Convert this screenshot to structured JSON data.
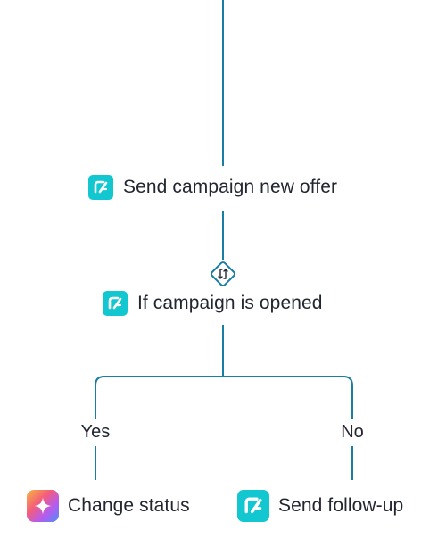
{
  "nodes": {
    "send_campaign": {
      "label": "Send campaign new offer",
      "icon": "campaign-app-icon"
    },
    "condition": {
      "label": "If campaign is opened",
      "icon": "campaign-app-icon",
      "connector_icon": "swap-arrows-icon"
    },
    "change_status": {
      "label": "Change status",
      "icon": "sparkle-icon"
    },
    "send_followup": {
      "label": "Send follow-up",
      "icon": "campaign-app-icon"
    }
  },
  "branches": {
    "yes_label": "Yes",
    "no_label": "No"
  },
  "colors": {
    "connector": "#1a7da3",
    "app_icon": "#12c7cf",
    "text": "#222631",
    "background": "#ffffff"
  }
}
